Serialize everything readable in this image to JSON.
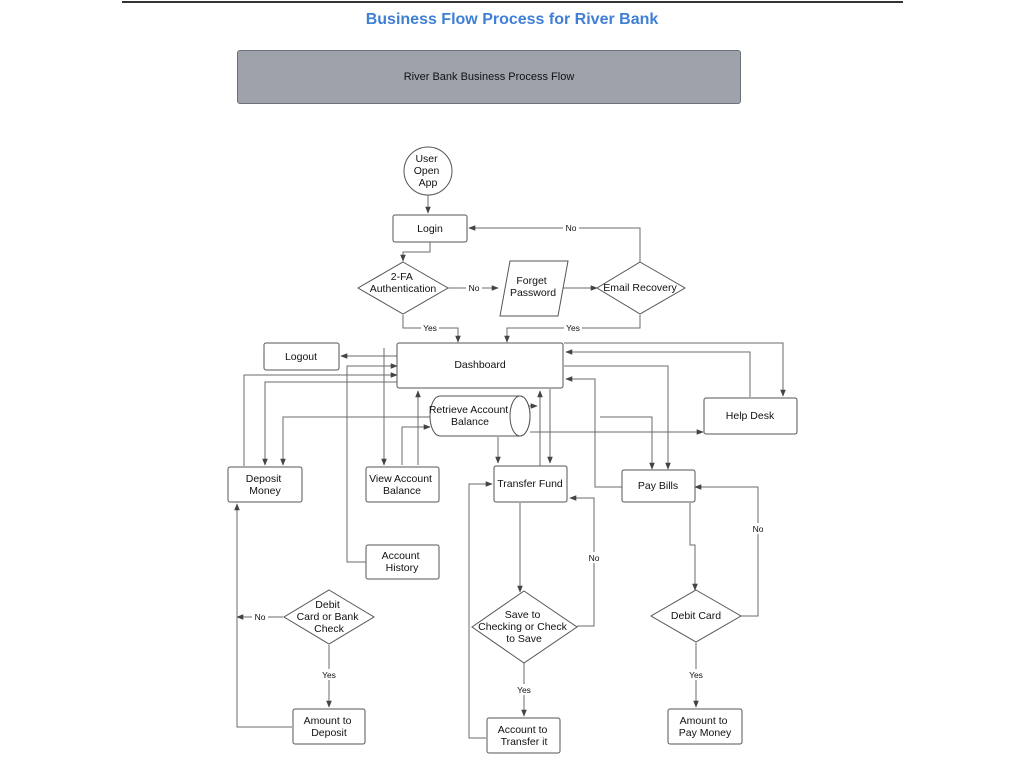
{
  "title": "Business Flow Process for River Bank",
  "banner": "River Bank Business Process Flow",
  "nodes": {
    "start": [
      "User",
      "Open",
      "App"
    ],
    "login": [
      "Login"
    ],
    "twofa": [
      "2-FA",
      "Authentication"
    ],
    "forget": [
      "Forget",
      "Password"
    ],
    "email": [
      "Email Recovery"
    ],
    "logout": [
      "Logout"
    ],
    "dashboard": [
      "Dashboard"
    ],
    "retrieve": [
      "Retrieve Account",
      "Balance"
    ],
    "helpdesk": [
      "Help Desk"
    ],
    "deposit": [
      "Deposit",
      "Money"
    ],
    "view": [
      "View Account",
      "Balance"
    ],
    "transfer": [
      "Transfer Fund"
    ],
    "paybills": [
      "Pay Bills"
    ],
    "history": [
      "Account",
      "History"
    ],
    "debitcheck": [
      "Debit",
      "Card or Bank",
      "Check"
    ],
    "savecheck": [
      "Save to",
      "Checking or Check",
      "to Save"
    ],
    "debitcard": [
      "Debit Card"
    ],
    "amountdeposit": [
      "Amount to",
      "Deposit"
    ],
    "accounttransfer": [
      "Account to",
      "Transfer it"
    ],
    "paymoney": [
      "Amount to",
      "Pay Money"
    ]
  },
  "labels": {
    "login_no": "No",
    "twofa_no": "No",
    "twofa_yes": "Yes",
    "email_yes": "Yes",
    "debitcheck_no": "No",
    "debitcheck_yes": "Yes",
    "savecheck_no": "No",
    "savecheck_yes": "Yes",
    "debitcard_no": "No",
    "debitcard_yes": "Yes"
  }
}
